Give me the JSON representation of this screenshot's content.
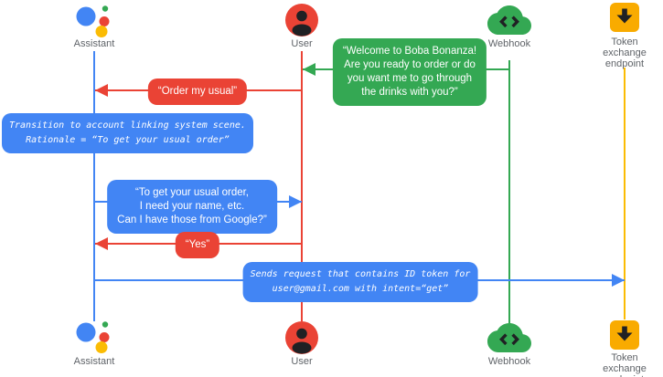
{
  "colors": {
    "blue": "#4285F4",
    "red": "#EA4335",
    "green": "#34A853",
    "yellow_line": "#FBBC04",
    "amber_icon": "#F9AB00",
    "glyph": "#202124",
    "label_gray": "#5F6368"
  },
  "actors": {
    "assistant": {
      "label": "Assistant"
    },
    "user": {
      "label": "User"
    },
    "webhook": {
      "label": "Webhook"
    },
    "token": {
      "label": "Token exchange\nendpoint"
    }
  },
  "messages": {
    "welcome": {
      "from": "Webhook",
      "to": "User",
      "text": "“Welcome to Boba Bonanza!\nAre you ready to order or do\nyou want me to go through\nthe drinks with you?”"
    },
    "order": {
      "from": "User",
      "to": "Assistant",
      "text": "“Order my usual”"
    },
    "transition": {
      "type": "system-note",
      "text": "Transition to account linking system scene.\nRationale = “To get your usual order”"
    },
    "ask": {
      "from": "Assistant",
      "to": "User",
      "text": "“To get your usual order,\nI need your name, etc.\nCan I have those from Google?”"
    },
    "yes": {
      "from": "User",
      "to": "Assistant",
      "text": "“Yes”"
    },
    "sends": {
      "from": "Assistant",
      "to": "Token exchange endpoint",
      "text": "Sends request that contains ID token for\nuser@gmail.com with intent=“get”"
    }
  }
}
